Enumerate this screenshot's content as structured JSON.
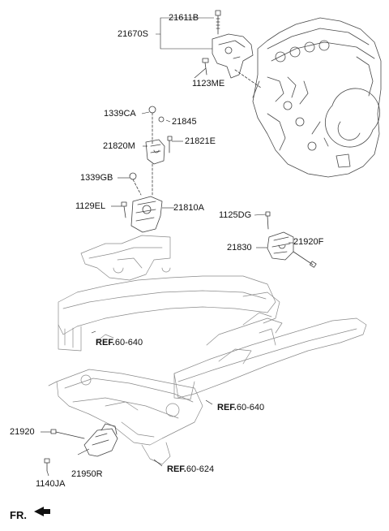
{
  "callouts": {
    "c21611B": "21611B",
    "c21670S": "21670S",
    "c1123ME": "1123ME",
    "c1339CA": "1339CA",
    "c21845": "21845",
    "c21820M": "21820M",
    "c21821E": "21821E",
    "c1339GB": "1339GB",
    "c1129EL": "1129EL",
    "c21810A": "21810A",
    "c1125DG": "1125DG",
    "c21830": "21830",
    "c21920F": "21920F",
    "c21920": "21920",
    "c21950R": "21950R",
    "c1140JA": "1140JA"
  },
  "refs": {
    "r1": {
      "prefix": "REF.",
      "num": "60-640"
    },
    "r2": {
      "prefix": "REF.",
      "num": "60-640"
    },
    "r3": {
      "prefix": "REF.",
      "num": "60-624"
    }
  },
  "front_label": "FR.",
  "colors": {
    "line": "#3a3a3a",
    "part": "#555555",
    "frame": "#9a9a9a"
  }
}
